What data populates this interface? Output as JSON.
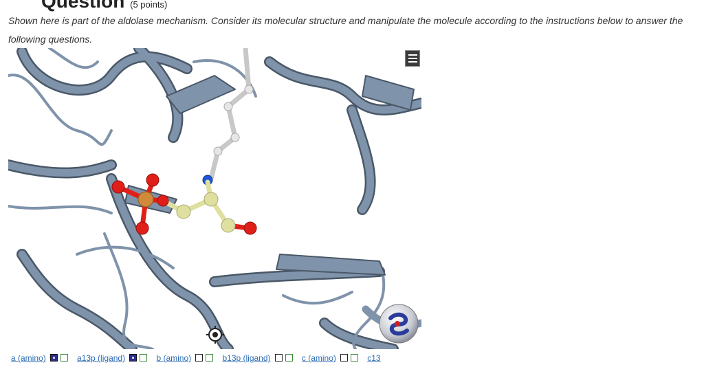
{
  "heading": {
    "title": "Question",
    "points": "(5 points)"
  },
  "prompt": "Shown here is part of the aldolase mechanism. Consider its molecular structure and manipulate the molecule according to the instructions below to answer the following questions.",
  "viewer": {
    "menu_icon": "hamburger-menu-icon",
    "center_icon": "crosshair-icon",
    "logo_icon": "helix-logo-icon",
    "colors": {
      "ribbon": "#7f93aa",
      "ribbon_dark": "#4a5868",
      "carbon": "#dfe0a0",
      "oxygen": "#e02018",
      "phosphorus": "#d08a3a",
      "nitrogen": "#1f55d8",
      "side_chain": "#d4d4d4"
    }
  },
  "controls": [
    {
      "label": "a (amino)",
      "dark_selected": true
    },
    {
      "label": "a13p (ligand)",
      "dark_selected": true
    },
    {
      "label": "b (amino)",
      "dark_selected": false
    },
    {
      "label": "b13p (ligand)",
      "dark_selected": false
    },
    {
      "label": "c (amino)",
      "dark_selected": false
    },
    {
      "label": "c13",
      "dark_selected": false
    }
  ]
}
